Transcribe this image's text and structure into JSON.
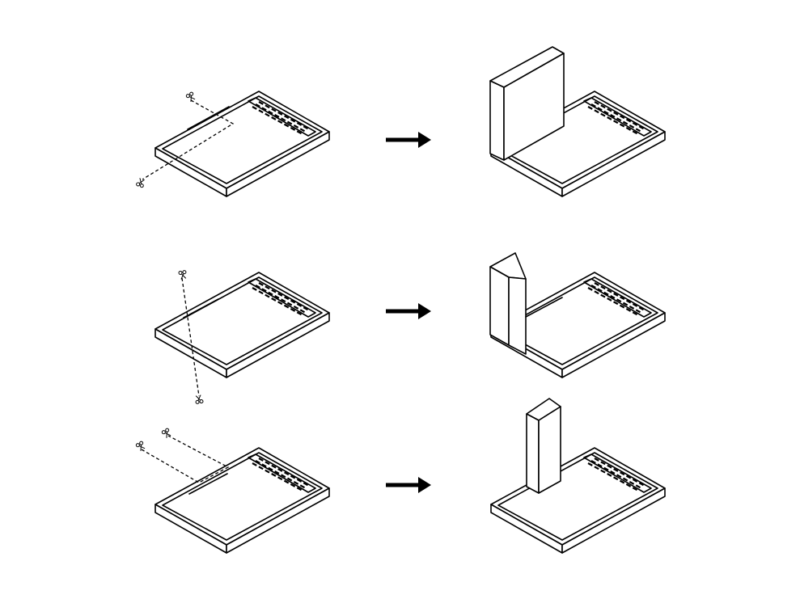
{
  "diagram": {
    "rows": [
      {
        "id": "row-1",
        "cut": "corner-rectangle",
        "result": "wide-slab"
      },
      {
        "id": "row-2",
        "cut": "diagonal-line",
        "result": "angled-panel"
      },
      {
        "id": "row-3",
        "cut": "narrow-notch",
        "result": "narrow-column"
      }
    ],
    "colors": {
      "ink": "#000000",
      "background": "#ffffff"
    }
  }
}
